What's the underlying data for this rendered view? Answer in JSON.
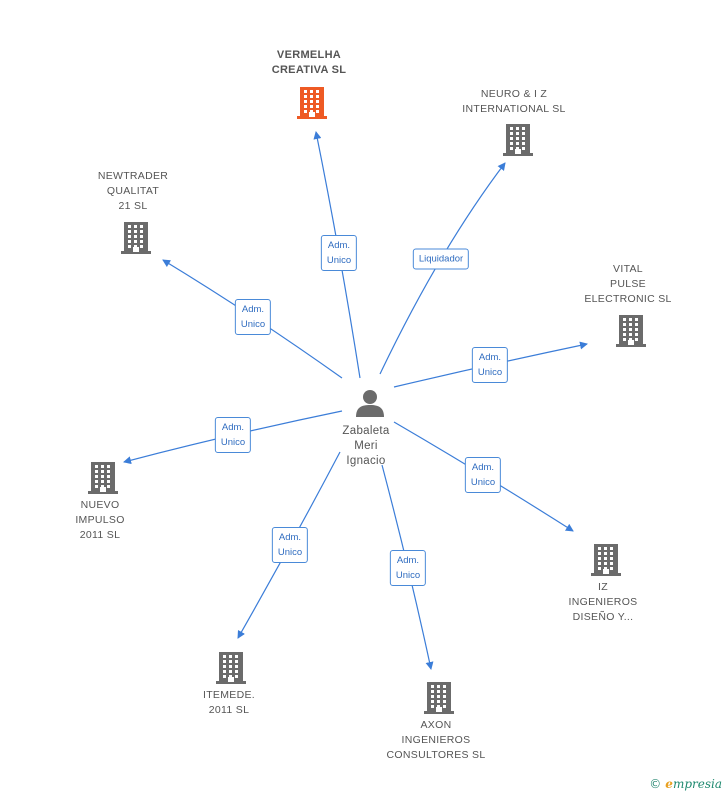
{
  "colors": {
    "edge": "#3b7dd8",
    "company": "#6b6b6b",
    "highlight_company": "#ee5a24",
    "person": "#6b6b6b"
  },
  "center": {
    "name_lines": [
      "Zabaleta",
      "Meri",
      "Ignacio"
    ],
    "icon": "person-icon"
  },
  "companies": [
    {
      "id": "vermelha",
      "lines": [
        "VERMELHA",
        "CREATIVA  SL"
      ],
      "highlight": true,
      "icon": "building-icon"
    },
    {
      "id": "neuro",
      "lines": [
        "NEURO & I Z",
        "INTERNATIONAL SL"
      ],
      "highlight": false,
      "icon": "building-icon"
    },
    {
      "id": "newtrader",
      "lines": [
        "NEWTRADER",
        "QUALITAT",
        "21  SL"
      ],
      "highlight": false,
      "icon": "building-icon"
    },
    {
      "id": "vital",
      "lines": [
        "VITAL",
        "PULSE",
        "ELECTRONIC SL"
      ],
      "highlight": false,
      "icon": "building-icon"
    },
    {
      "id": "nuevo",
      "lines": [
        "NUEVO",
        "IMPULSO",
        "2011 SL"
      ],
      "highlight": false,
      "icon": "building-icon"
    },
    {
      "id": "iz",
      "lines": [
        "IZ",
        "INGENIEROS",
        "DISEÑO Y..."
      ],
      "highlight": false,
      "icon": "building-icon"
    },
    {
      "id": "itemede",
      "lines": [
        "ITEMEDE.",
        "2011  SL"
      ],
      "highlight": false,
      "icon": "building-icon"
    },
    {
      "id": "axon",
      "lines": [
        "AXON",
        "INGENIEROS",
        "CONSULTORES SL"
      ],
      "highlight": false,
      "icon": "building-icon"
    }
  ],
  "relations": [
    {
      "to": "vermelha",
      "lines": [
        "Adm.",
        "Unico"
      ]
    },
    {
      "to": "neuro",
      "lines": [
        "Liquidador"
      ]
    },
    {
      "to": "newtrader",
      "lines": [
        "Adm.",
        "Unico"
      ]
    },
    {
      "to": "vital",
      "lines": [
        "Adm.",
        "Unico"
      ]
    },
    {
      "to": "nuevo",
      "lines": [
        "Adm.",
        "Unico"
      ]
    },
    {
      "to": "iz",
      "lines": [
        "Adm.",
        "Unico"
      ]
    },
    {
      "to": "itemede",
      "lines": [
        "Adm.",
        "Unico"
      ]
    },
    {
      "to": "axon",
      "lines": [
        "Adm.",
        "Unico"
      ]
    }
  ],
  "brand": {
    "copyright": "©",
    "initial": "e",
    "rest": "mpresia"
  }
}
